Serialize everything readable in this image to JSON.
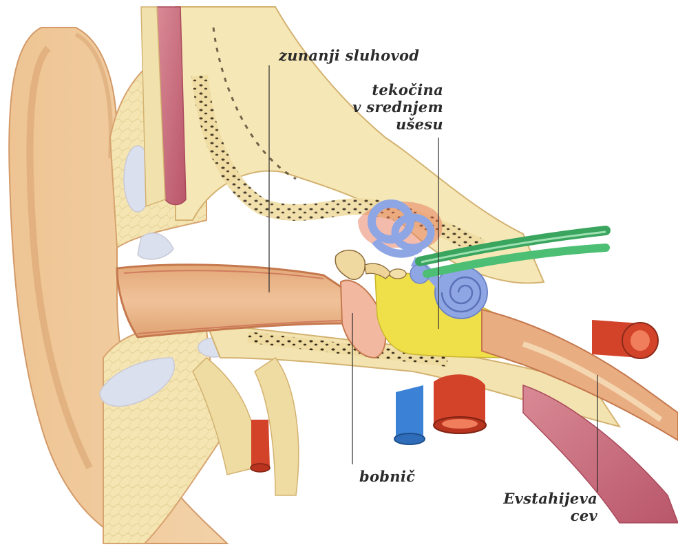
{
  "diagram": {
    "labels": {
      "ear_canal": "zunanji sluhovod",
      "middle_ear_fluid": [
        "tekočina",
        "v srednjem",
        "ušesu"
      ],
      "eardrum": "bobnič",
      "eustachian_tube": [
        "Evstahijeva",
        "cev"
      ]
    },
    "colors": {
      "skin": "#efc79a",
      "skin_dark": "#d9a272",
      "bone": "#f4e5b2",
      "bone_texture": "#d9c083",
      "cartilage": "#f6ecc6",
      "marrow_dots": "#3a2e1c",
      "canal": "#e7b483",
      "fluid": "#efe04a",
      "inner_ear": "#8fa6e4",
      "nerve": "#3aa55f",
      "artery": "#d2432a",
      "vein": "#3b82d6",
      "muscle": "#c86a7a",
      "leader_line": "#2b2b2b"
    }
  }
}
